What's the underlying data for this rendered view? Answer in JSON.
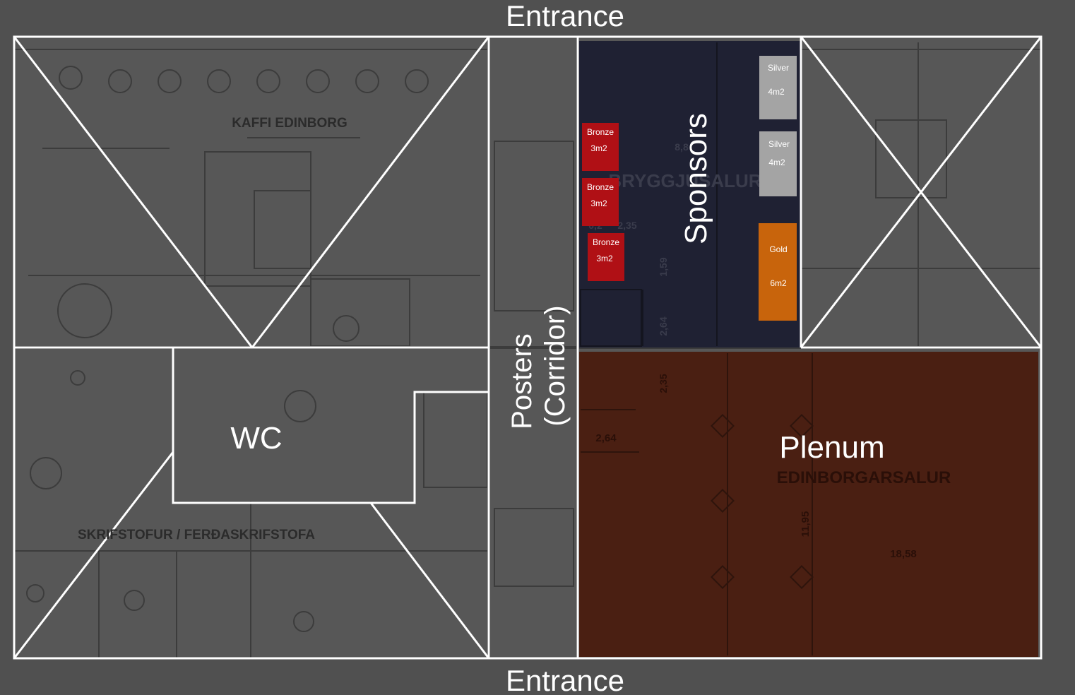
{
  "colors": {
    "background": "#505050",
    "plan": "#575757",
    "linework": "#3c3c3c",
    "overlay": "#ffffff",
    "sponsor_area": "#1f2133",
    "plenum_area": "#4a1f12",
    "bronze": "#b01015",
    "silver": "#a4a4a4",
    "gold": "#c8640c"
  },
  "labels": {
    "entrance_top": "Entrance",
    "entrance_bottom": "Entrance",
    "sponsors": "Sponsors",
    "posters_line1": "Posters",
    "posters_line2": "(Corridor)",
    "wc": "WC",
    "plenum": "Plenum"
  },
  "rooms": {
    "kaffi": "KAFFI EDINBORG",
    "skrifstofur": "SKRIFSTOFUR / FERÐASKRIFSTOFA",
    "edinborgarsalur": "EDINBORGARSALUR",
    "bryggjusalur": "BRYGGJUSALUR"
  },
  "dimensions": {
    "d1": "8,8",
    "d2": "0,2",
    "d3": "2,35",
    "d4": "1,59",
    "d5": "2,64",
    "d6": "2,35",
    "d7": "2,64",
    "d8": "11,95",
    "d9": "18,58"
  },
  "booths": [
    {
      "tier": "Bronze",
      "size": "3m2"
    },
    {
      "tier": "Bronze",
      "size": "3m2"
    },
    {
      "tier": "Bronze",
      "size": "3m2"
    },
    {
      "tier": "Silver",
      "size": "4m2"
    },
    {
      "tier": "Silver",
      "size": "4m2"
    },
    {
      "tier": "Gold",
      "size": "6m2"
    }
  ]
}
